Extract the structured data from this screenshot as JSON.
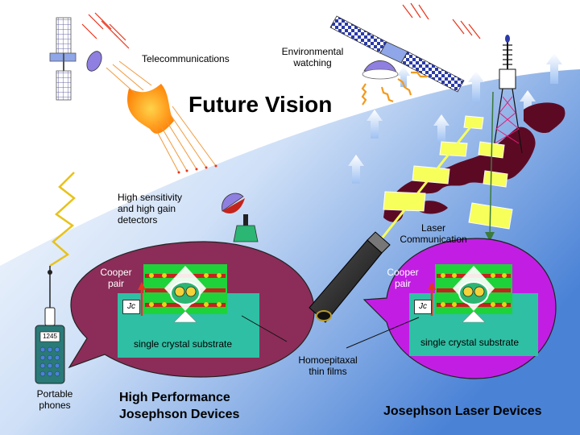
{
  "title": "Future Vision",
  "labels": {
    "telecom": "Telecommunications",
    "environmental": [
      "Environmental",
      "watching"
    ],
    "detectors": [
      "High sensitivity",
      "and high gain",
      "detectors"
    ],
    "laser_comm": [
      "Laser",
      "Communication"
    ],
    "cooper_left": [
      "Cooper",
      "pair"
    ],
    "cooper_right": [
      "Cooper",
      "pair"
    ],
    "jc_left": "Jc",
    "jc_right": "Jc",
    "substrate_left": "single crystal substrate",
    "substrate_right": "single crystal substrate",
    "homoepitaxial": [
      "Homoepitaxal",
      "thin films"
    ],
    "phones": [
      "Portable",
      "phones"
    ],
    "phone_display": "1245",
    "hp_devices": [
      "High Performance",
      "Josephson Devices"
    ],
    "laser_devices": "Josephson Laser Devices"
  },
  "colors": {
    "sky_blue": "#4a82d6",
    "left_bubble": "#8b2d58",
    "right_bubble": "#c21ee3",
    "substrate": "#2fbfa4",
    "film_green": "#1ed23a",
    "japan": "#5c0a24",
    "laser_yellow": "#f7ff5a",
    "beam_orange": "#ff7a00"
  }
}
